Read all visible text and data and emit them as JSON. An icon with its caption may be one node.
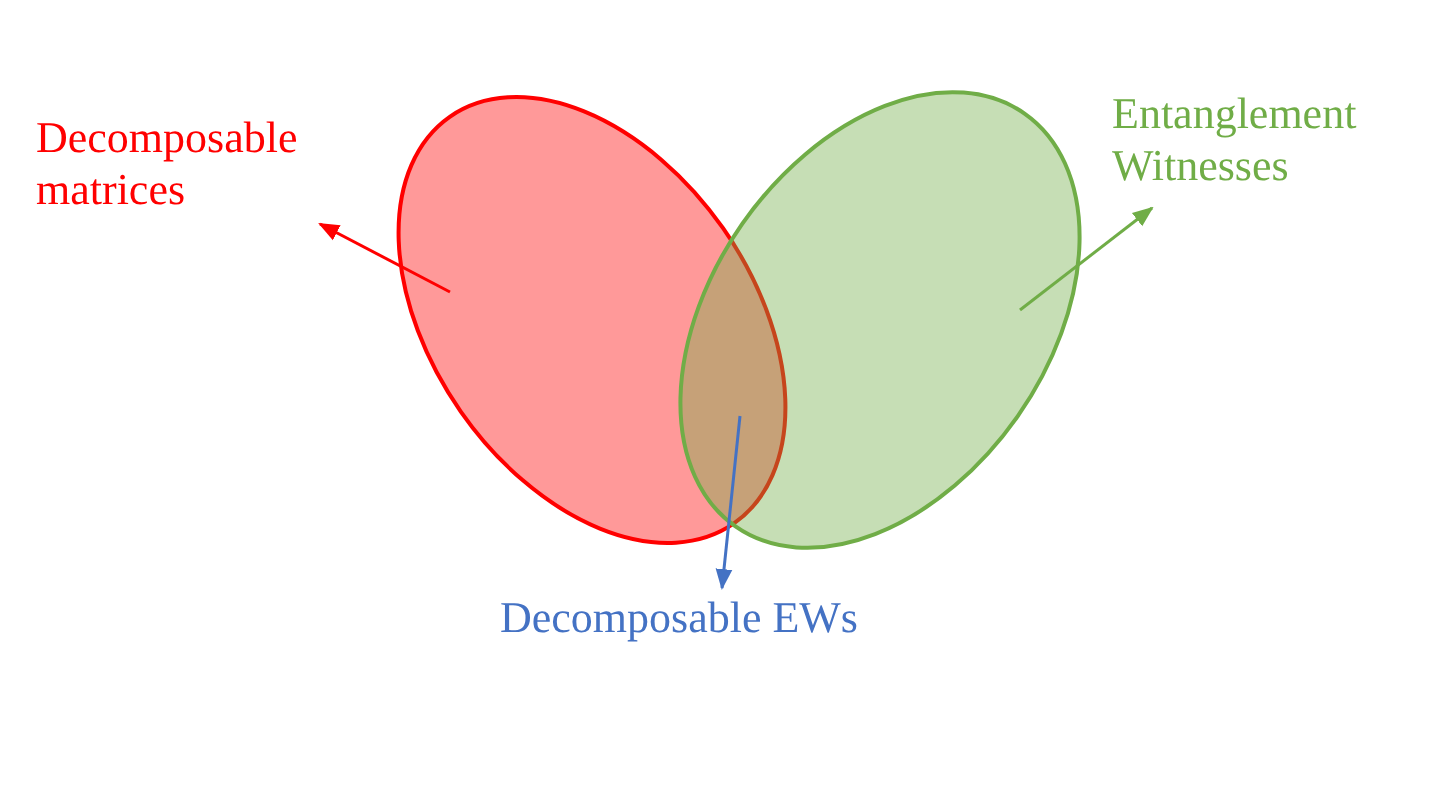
{
  "diagram": {
    "nodes": [
      {
        "text": [
          "Decomposable matrices"
        ]
      },
      {
        "text": [
          "Entanglement Witnesses"
        ]
      },
      {
        "text": [],
        "shape": "ellipse"
      },
      {
        "text": [],
        "shape": "ellipse"
      },
      {
        "text": [
          "Decomposable EWs"
        ]
      }
    ],
    "edges": [
      {
        "from": 2,
        "to": 0,
        "arrow": "to",
        "color": "#ff0000"
      },
      {
        "from": 3,
        "to": 1,
        "arrow": "to",
        "color": "#70ad47"
      },
      {
        "from": 2,
        "to": 4,
        "arrow": "to",
        "color": "#4472c4"
      }
    ]
  }
}
